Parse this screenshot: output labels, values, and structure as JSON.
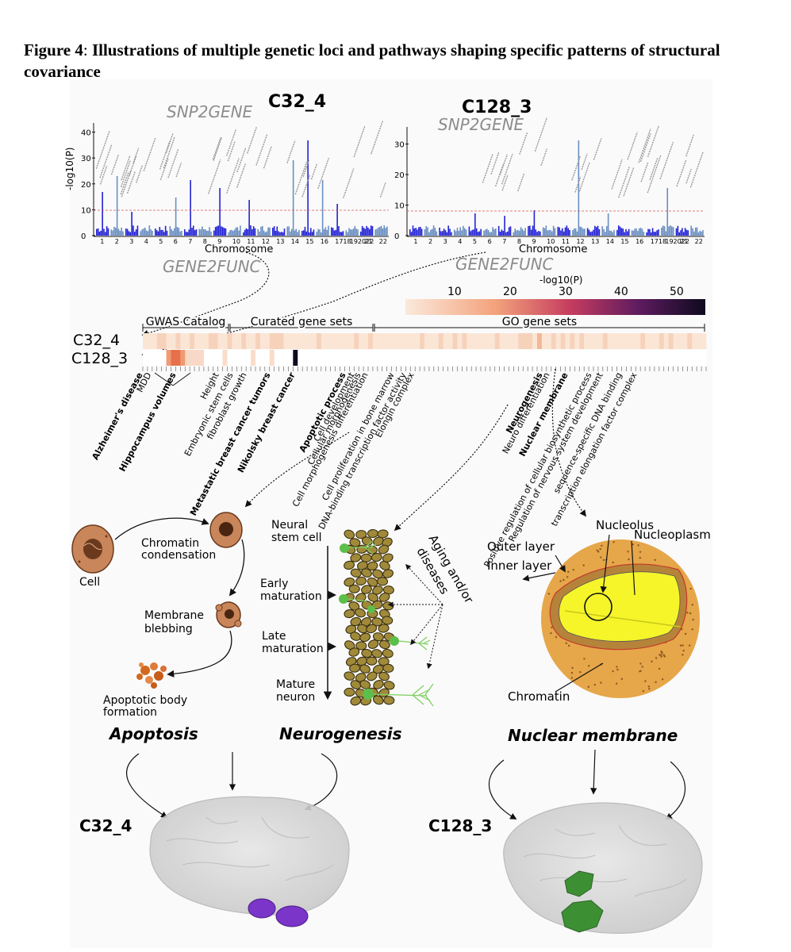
{
  "caption": {
    "label": "Figure 4",
    "separator": ": ",
    "text": "Illustrations of multiple genetic loci and pathways shaping specific patterns of structural covariance"
  },
  "manhattan_left": {
    "title": "C32_4",
    "tool": "SNP2GENE",
    "ylabel": "-log10(P)",
    "xlabel": "Chromosome",
    "yticks": [
      "0",
      "10",
      "20",
      "30",
      "40"
    ],
    "chromosomes": [
      "1",
      "2",
      "3",
      "4",
      "5",
      "6",
      "7",
      "8",
      "9",
      "10",
      "11",
      "12",
      "13",
      "14",
      "15",
      "16",
      "1718",
      "192022",
      "21",
      "22"
    ]
  },
  "manhattan_right": {
    "title": "C128_3",
    "tool": "SNP2GENE",
    "xlabel": "Chromosome",
    "yticks": [
      "0",
      "10",
      "20",
      "30"
    ],
    "chromosomes": [
      "1",
      "2",
      "3",
      "4",
      "5",
      "6",
      "7",
      "8",
      "9",
      "10",
      "11",
      "12",
      "13",
      "14",
      "15",
      "16",
      "1718",
      "192022",
      "21",
      "22"
    ]
  },
  "gene2func": {
    "left": "GENE2FUNC",
    "right": "GENE2FUNC"
  },
  "colorbar": {
    "label": "-log10(P)",
    "ticks": [
      "10",
      "20",
      "30",
      "40",
      "50"
    ],
    "colors": {
      "low": "#fbe3d2",
      "mid1": "#f08a5d",
      "mid2": "#b83263",
      "mid3": "#5b1a5e",
      "high": "#0d0a1e"
    }
  },
  "heatmap": {
    "rows": [
      "C32_4",
      "C128_3"
    ],
    "sections": [
      "GWAS Catalog",
      "Curated gene sets",
      "GO gene sets"
    ],
    "terms": [
      {
        "label": "Alzheimer's disease",
        "bold": true
      },
      {
        "label": "MDD",
        "bold": false
      },
      {
        "label": "Hippocampus volumes",
        "bold": true
      },
      {
        "label": "Height",
        "bold": false
      },
      {
        "label": "Embryonic stem cells",
        "bold": false
      },
      {
        "label": "fibroblast growth",
        "bold": false
      },
      {
        "label": "Metastatic breast cancer tumors",
        "bold": true
      },
      {
        "label": "Nikolsky breast cancer",
        "bold": true
      },
      {
        "label": "Apoptotic process",
        "bold": true
      },
      {
        "label": "Cell development",
        "bold": false
      },
      {
        "label": "Cellular morphogenesis",
        "bold": false
      },
      {
        "label": "Cell morphogenesis differentiation",
        "bold": false
      },
      {
        "label": "Cell proliferation in bone marrow",
        "bold": false
      },
      {
        "label": "DNA-binding transcription factor activity",
        "bold": false
      },
      {
        "label": "Elongin complex",
        "bold": false
      },
      {
        "label": "Neurogenesis",
        "bold": true
      },
      {
        "label": "Neuro differentiation",
        "bold": false
      },
      {
        "label": "Nuclear membrane",
        "bold": true
      },
      {
        "label": "Positive regulation of cellular biosynthetic process",
        "bold": false
      },
      {
        "label": "Regulation of nervous system development",
        "bold": false
      },
      {
        "label": "sequence-specific DNA binding",
        "bold": false
      },
      {
        "label": "transcription elongation factor complex",
        "bold": false
      }
    ]
  },
  "apoptosis": {
    "title": "Apoptosis",
    "labels": [
      "Cell",
      "Chromatin",
      "condensation",
      "Membrane",
      "blebbing",
      "Apoptotic body",
      "formation"
    ]
  },
  "neurogenesis": {
    "title": "Neurogenesis",
    "stages": [
      "Neural",
      "stem cell",
      "Early",
      "maturation",
      "Late",
      "maturation",
      "Mature",
      "neuron"
    ],
    "aging_line1": "Aging and/or",
    "aging_line2": "diseases"
  },
  "nucleus": {
    "title": "Nuclear membrane",
    "labels": [
      "Nucleolus",
      "Nucleoplasm",
      "Outer layer",
      "Inner layer",
      "Chromatin"
    ]
  },
  "brains": {
    "left_label": "C32_4",
    "right_label": "C128_3",
    "left_roi_color": "#7b35c9",
    "right_roi_color": "#3d8f34"
  }
}
